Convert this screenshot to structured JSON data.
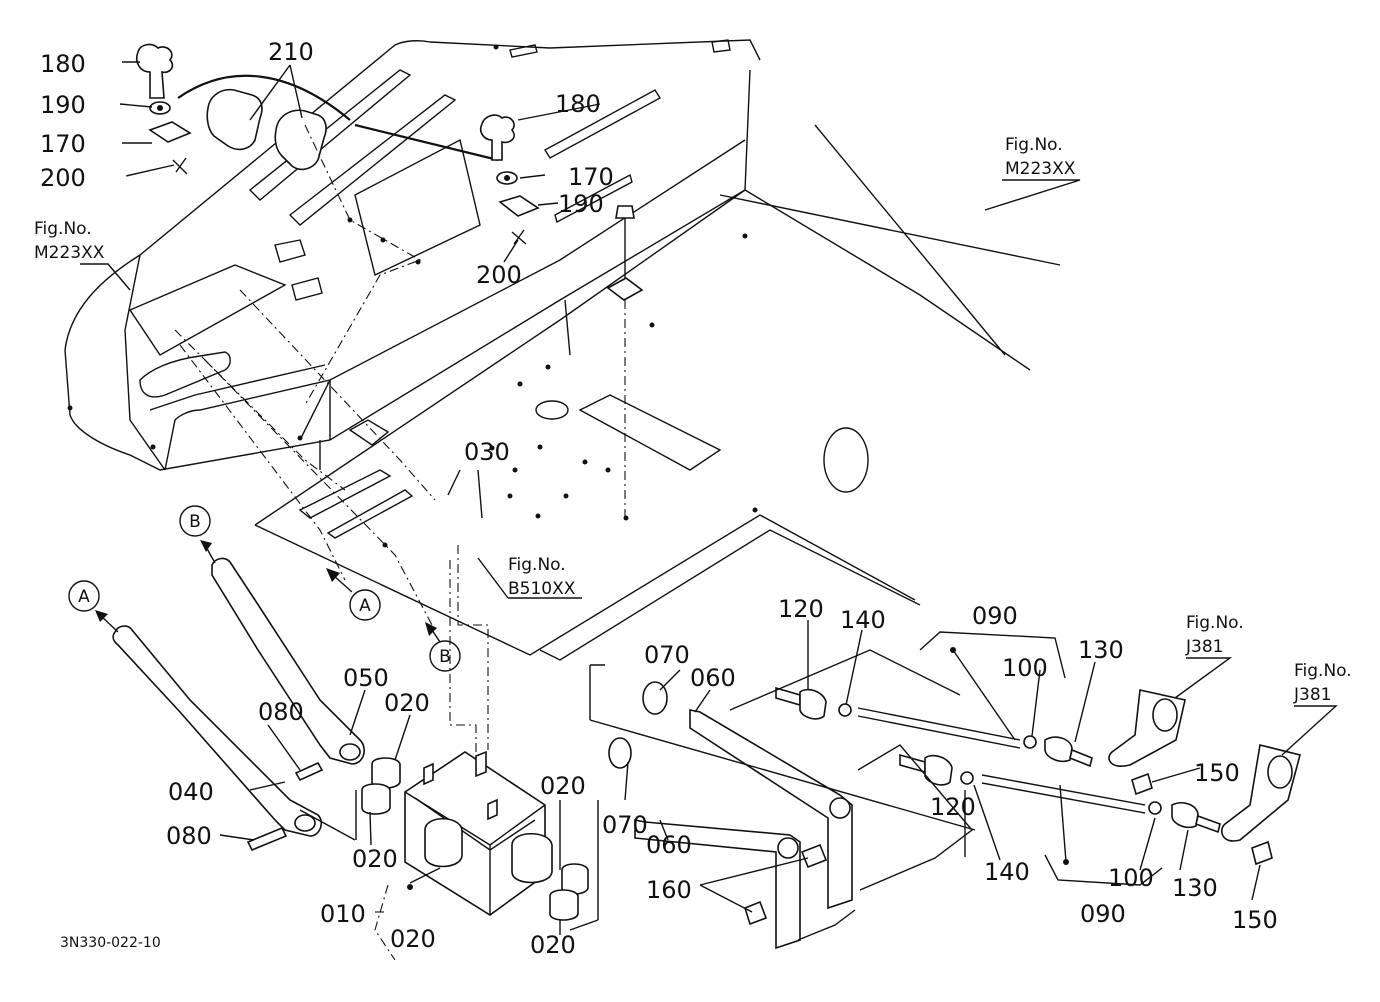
{
  "drawing_code": "3N330-022-10",
  "parts": {
    "p010": "010",
    "p020": "020",
    "p030": "030",
    "p040": "040",
    "p050": "050",
    "p060": "060",
    "p070": "070",
    "p080": "080",
    "p090": "090",
    "p100": "100",
    "p120": "120",
    "p130": "130",
    "p140": "140",
    "p150": "150",
    "p160": "160",
    "p170": "170",
    "p180": "180",
    "p190": "190",
    "p200": "200",
    "p210": "210"
  },
  "fig_refs": {
    "fig_no": "Fig.No.",
    "m223": "M223XX",
    "b510": "B510XX",
    "j381": "J381"
  },
  "markers": {
    "a": "A",
    "b": "B"
  }
}
